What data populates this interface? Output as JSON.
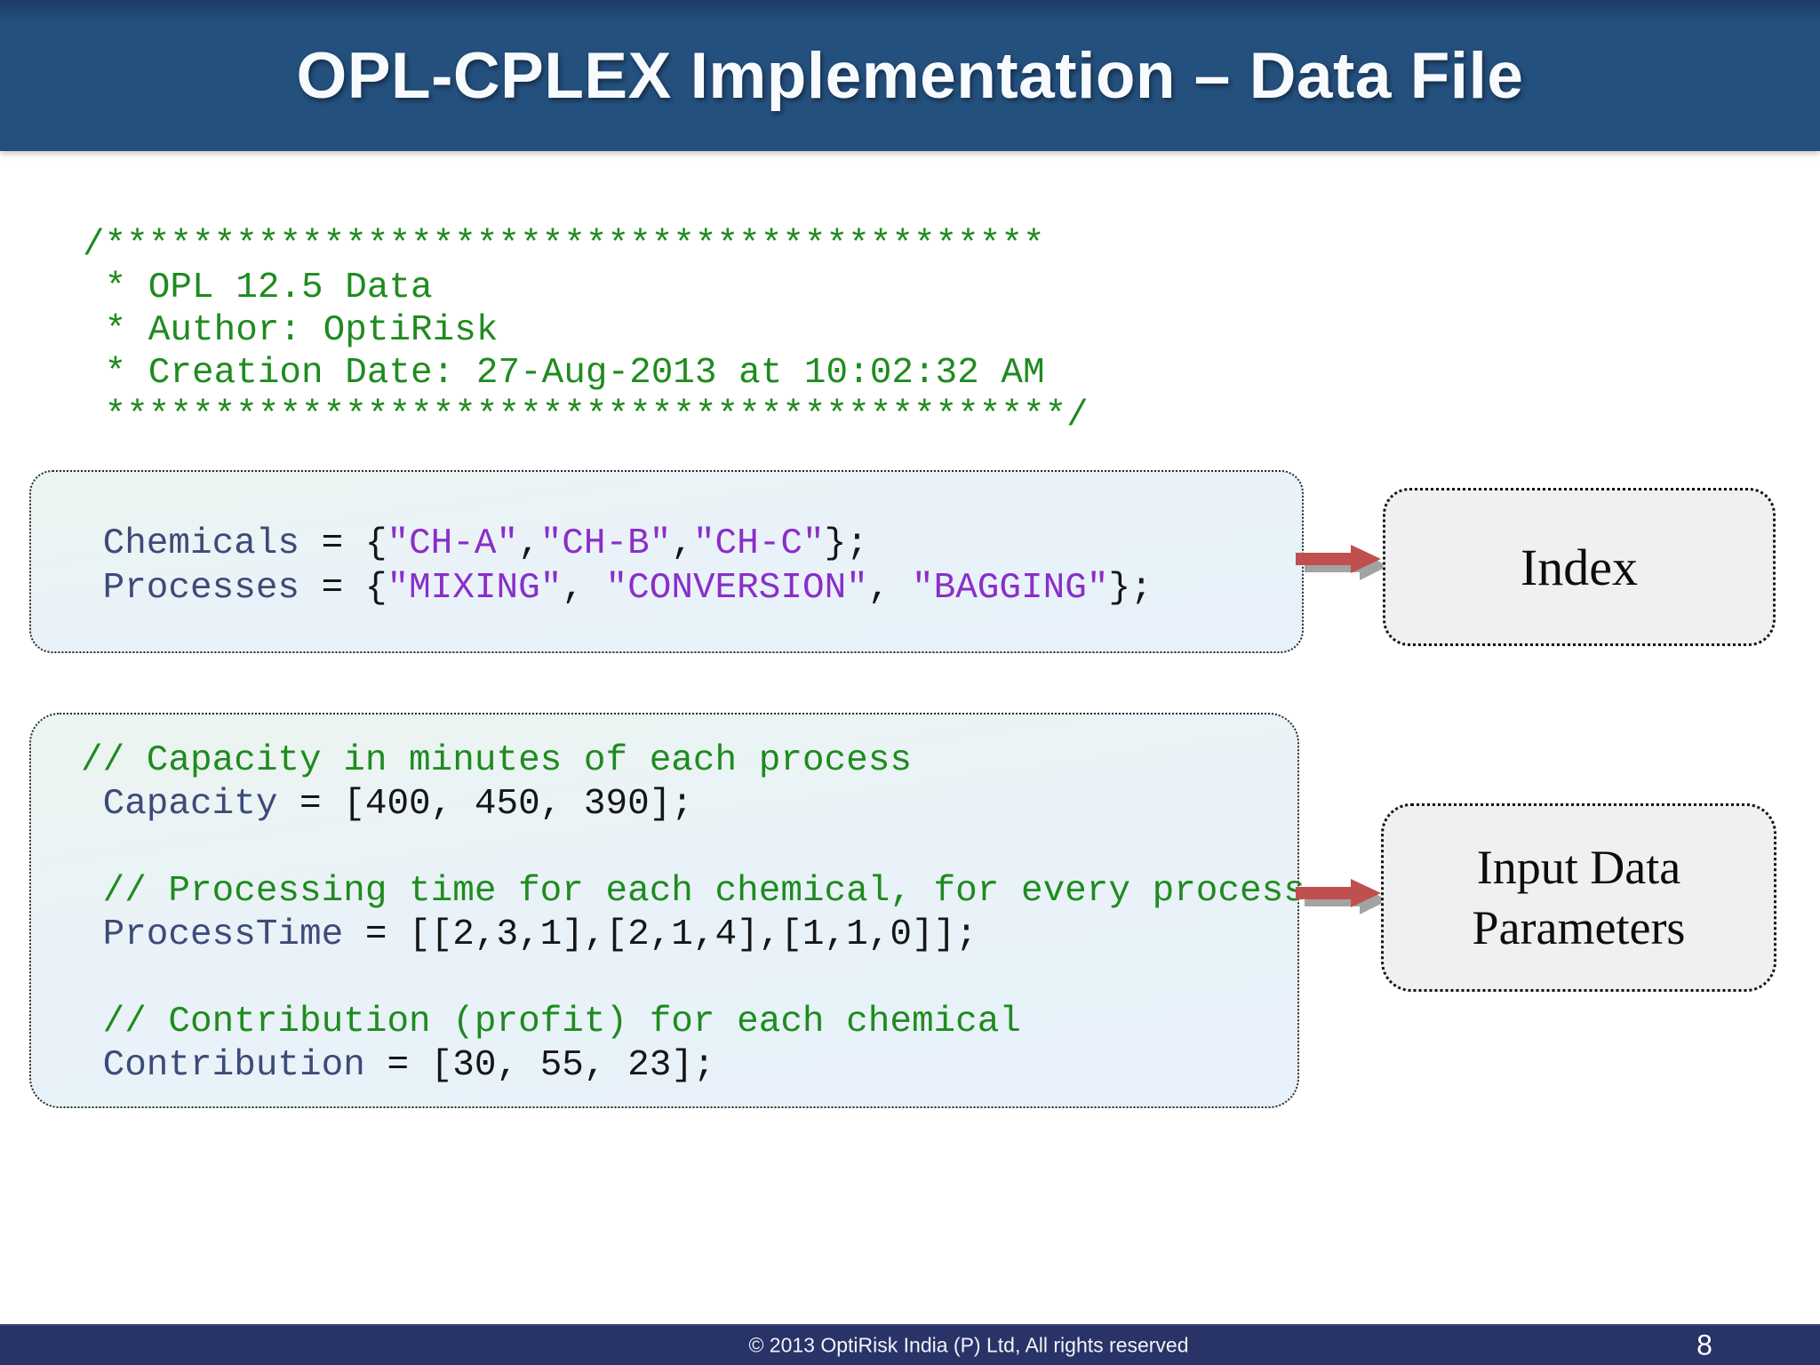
{
  "title": "OPL-CPLEX Implementation – Data File",
  "colors": {
    "title_bar": "#24507E",
    "footer_bar": "#283367",
    "code_box_background_top": "#EDF5F0",
    "code_box_background_bottom": "#E8F1FA",
    "label_box_background": "#F0EFF2",
    "comment_green": "#1F8B1F",
    "variable_blue": "#3D4B78",
    "string_purple": "#8A2EC9",
    "code_plain": "#161616",
    "arrow_red": "#C0504D",
    "arrow_shadow_gray": "#A3A3A3"
  },
  "header_comment": {
    "lines": [
      "/*******************************************",
      " * OPL 12.5 Data",
      " * Author: OptiRisk",
      " * Creation Date: 27-Aug-2013 at 10:02:32 AM",
      " ********************************************/"
    ]
  },
  "index_code_box": {
    "lines": [
      [
        {
          "t": " Chemicals",
          "c": "var"
        },
        {
          "t": " = {",
          "c": "plain"
        },
        {
          "t": "\"CH-A\"",
          "c": "str"
        },
        {
          "t": ",",
          "c": "plain"
        },
        {
          "t": "\"CH-B\"",
          "c": "str"
        },
        {
          "t": ",",
          "c": "plain"
        },
        {
          "t": "\"CH-C\"",
          "c": "str"
        },
        {
          "t": "};",
          "c": "plain"
        }
      ],
      [
        {
          "t": " Processes",
          "c": "var"
        },
        {
          "t": " = {",
          "c": "plain"
        },
        {
          "t": "\"MIXING\"",
          "c": "str"
        },
        {
          "t": ", ",
          "c": "plain"
        },
        {
          "t": "\"CONVERSION\"",
          "c": "str"
        },
        {
          "t": ", ",
          "c": "plain"
        },
        {
          "t": "\"BAGGING\"",
          "c": "str"
        },
        {
          "t": "};",
          "c": "plain"
        }
      ]
    ]
  },
  "params_code_box": {
    "lines": [
      [
        {
          "t": "// Capacity in minutes of each process",
          "c": "comment"
        }
      ],
      [
        {
          "t": " Capacity",
          "c": "var"
        },
        {
          "t": " = [400, 450, 390];",
          "c": "plain"
        }
      ],
      [],
      [
        {
          "t": " // Processing time for each chemical, for every process",
          "c": "comment"
        }
      ],
      [
        {
          "t": " ProcessTime",
          "c": "var"
        },
        {
          "t": " = [[2,3,1],[2,1,4],[1,1,0]];",
          "c": "plain"
        }
      ],
      [],
      [
        {
          "t": " // Contribution (profit) for each chemical",
          "c": "comment"
        }
      ],
      [
        {
          "t": " Contribution",
          "c": "var"
        },
        {
          "t": " = [30, 55, 23];",
          "c": "plain"
        }
      ]
    ]
  },
  "labels": {
    "index": "Index",
    "input_data_lines": [
      "Input Data",
      "Parameters"
    ]
  },
  "footer": {
    "copyright": "© 2013 OptiRisk India (P) Ltd, All rights reserved",
    "page_number": "8"
  }
}
